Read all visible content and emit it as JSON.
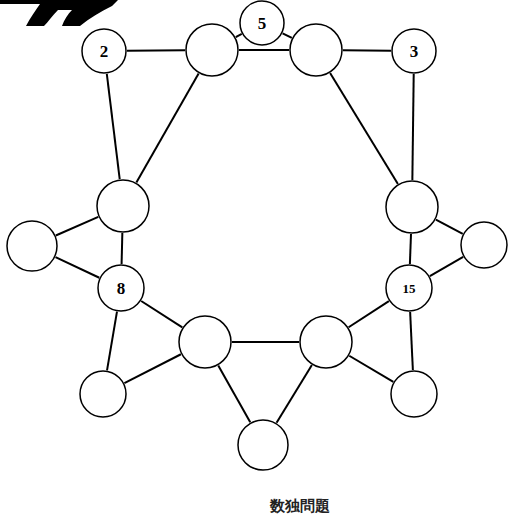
{
  "diagram": {
    "nodes": [
      {
        "text": [
          "5"
        ]
      },
      {
        "text": [
          "2"
        ]
      },
      {
        "text": []
      },
      {
        "text": []
      },
      {
        "text": [
          "3"
        ]
      },
      {
        "text": []
      },
      {
        "text": []
      },
      {
        "text": []
      },
      {
        "text": []
      },
      {
        "text": [
          "8"
        ]
      },
      {
        "text": [
          "15"
        ]
      },
      {
        "text": []
      },
      {
        "text": []
      },
      {
        "text": []
      },
      {
        "text": []
      },
      {
        "text": []
      }
    ],
    "edges": [
      {
        "from": 2,
        "to": 3,
        "arrow": "none"
      },
      {
        "from": 3,
        "to": 6,
        "arrow": "none"
      },
      {
        "from": 6,
        "to": 10,
        "arrow": "none"
      },
      {
        "from": 10,
        "to": 12,
        "arrow": "none"
      },
      {
        "from": 12,
        "to": 11,
        "arrow": "none"
      },
      {
        "from": 11,
        "to": 9,
        "arrow": "none"
      },
      {
        "from": 9,
        "to": 5,
        "arrow": "none"
      },
      {
        "from": 5,
        "to": 2,
        "arrow": "none"
      },
      {
        "from": 0,
        "to": 2,
        "arrow": "none"
      },
      {
        "from": 0,
        "to": 3,
        "arrow": "none"
      },
      {
        "from": 4,
        "to": 3,
        "arrow": "none"
      },
      {
        "from": 4,
        "to": 6,
        "arrow": "none"
      },
      {
        "from": 8,
        "to": 6,
        "arrow": "none"
      },
      {
        "from": 8,
        "to": 10,
        "arrow": "none"
      },
      {
        "from": 14,
        "to": 10,
        "arrow": "none"
      },
      {
        "from": 14,
        "to": 12,
        "arrow": "none"
      },
      {
        "from": 15,
        "to": 12,
        "arrow": "none"
      },
      {
        "from": 15,
        "to": 11,
        "arrow": "none"
      },
      {
        "from": 13,
        "to": 11,
        "arrow": "none"
      },
      {
        "from": 13,
        "to": 9,
        "arrow": "none"
      },
      {
        "from": 7,
        "to": 9,
        "arrow": "none"
      },
      {
        "from": 7,
        "to": 5,
        "arrow": "none"
      },
      {
        "from": 1,
        "to": 5,
        "arrow": "none"
      },
      {
        "from": 1,
        "to": 2,
        "arrow": "none"
      }
    ],
    "labels": [
      "数独問題"
    ]
  }
}
